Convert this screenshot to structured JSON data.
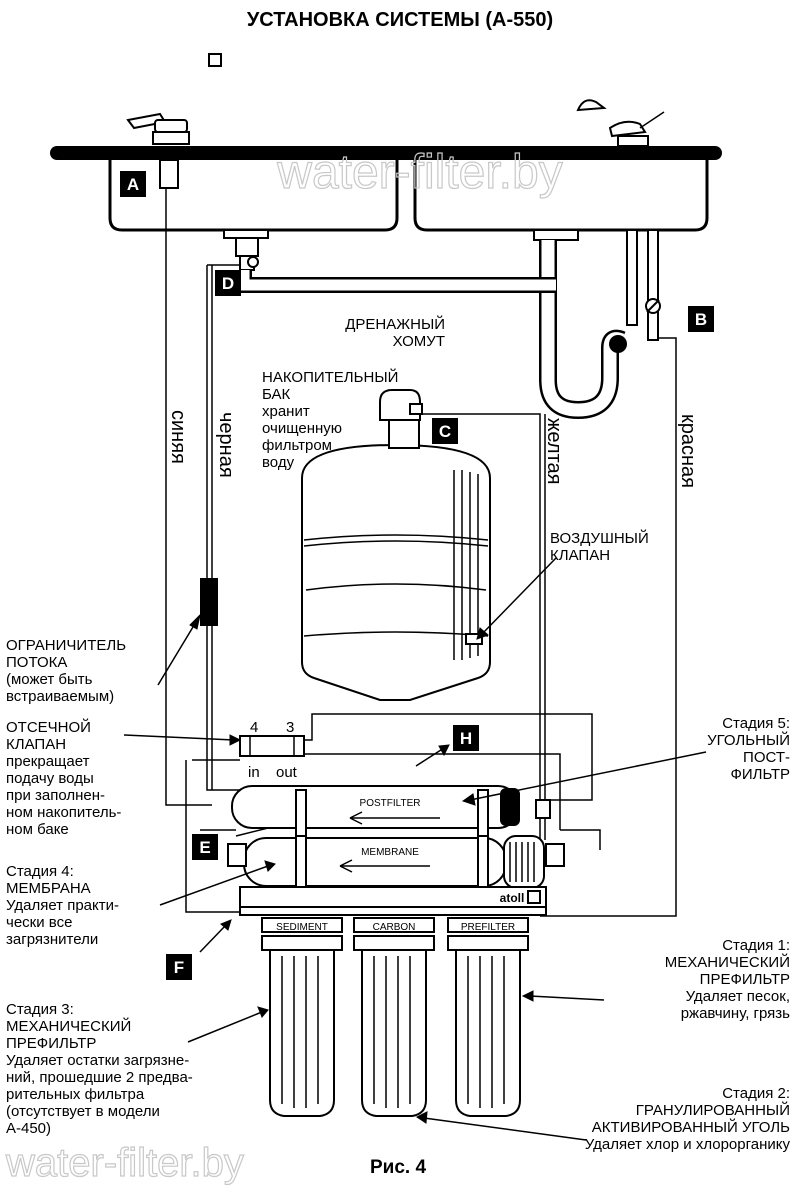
{
  "title": "УСТАНОВКА СИСТЕМЫ (A-550)",
  "watermark_top": "water-filter.by",
  "watermark_bottom": "water-filter.by",
  "caption": "Рис. 4",
  "badges": {
    "a": "A",
    "b": "B",
    "c": "C",
    "d": "D",
    "e": "E",
    "f": "F",
    "h": "H"
  },
  "tubes": {
    "blue": "синяя",
    "black": "черная",
    "yellow": "желтая",
    "red": "красная"
  },
  "drain": {
    "line1": "ДРЕНАЖНЫЙ",
    "line2": "ХОМУТ"
  },
  "tank": {
    "line1": "НАКОПИТЕЛЬНЫЙ",
    "line2": "БАК",
    "line3": "хранит",
    "line4": "очищенную",
    "line5": "фильтром",
    "line6": "воду"
  },
  "air_valve": {
    "line1": "ВОЗДУШНЫЙ",
    "line2": "КЛАПАН"
  },
  "flow_limiter": {
    "line1": "ОГРАНИЧИТЕЛЬ",
    "line2": "ПОТОКА",
    "line3": "(может быть",
    "line4": "встраиваемым)"
  },
  "shutoff": {
    "line1": "ОТСЕЧНОЙ",
    "line2": "КЛАПАН",
    "line3": "прекращает",
    "line4": "подачу воды",
    "line5": "при заполнен-",
    "line6": "ном накопитель-",
    "line7": "ном баке"
  },
  "valve_ports": {
    "p4": "4",
    "p3": "3",
    "in": "in",
    "out": "out"
  },
  "stage5": {
    "line1": "Стадия 5:",
    "line2": "УГОЛЬНЫЙ",
    "line3": "ПОСТ-",
    "line4": "ФИЛЬТР"
  },
  "stage4": {
    "line1": "Стадия 4:",
    "line2": "МЕМБРАНА",
    "line3": "Удаляет практи-",
    "line4": "чески все",
    "line5": "загрязнители"
  },
  "stage1": {
    "line1": "Стадия 1:",
    "line2": "МЕХАНИЧЕСКИЙ",
    "line3": "ПРЕФИЛЬТР",
    "line4": "Удаляет песок,",
    "line5": "ржавчину, грязь"
  },
  "stage3": {
    "line1": "Стадия 3:",
    "line2": "МЕХАНИЧЕСКИЙ",
    "line3": "ПРЕФИЛЬТР",
    "line4": "Удаляет остатки загрязне-",
    "line5": "ний, прошедшие 2 предва-",
    "line6": "рительных фильтра",
    "line7": "(отсутствует в модели",
    "line8": "A-450)"
  },
  "stage2": {
    "line1": "Стадия 2:",
    "line2": "ГРАНУЛИРОВАННЫЙ",
    "line3": "АКТИВИРОВАННЫЙ УГОЛЬ",
    "line4": "Удаляет хлор и хлорорганику"
  },
  "housing_labels": {
    "postfilter": "POSTFILTER",
    "membrane": "MEMBRANE",
    "sediment": "SEDIMENT",
    "carbon": "CARBON",
    "prefilter": "PREFILTER",
    "brand": "atoll"
  }
}
